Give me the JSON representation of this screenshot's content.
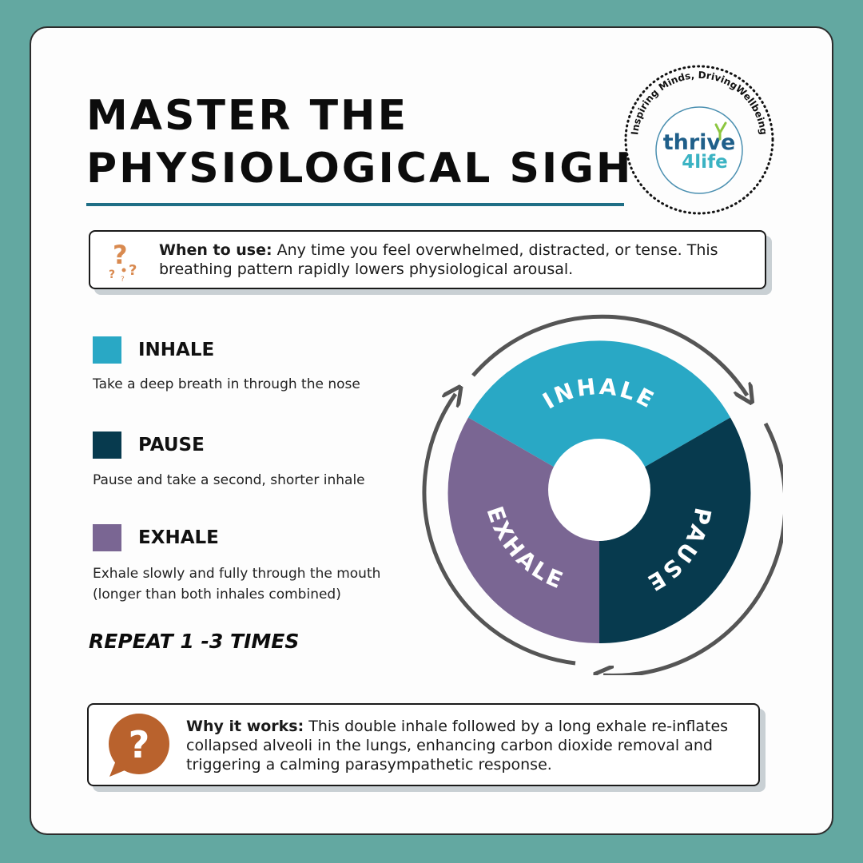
{
  "title": {
    "line1": "MASTER THE",
    "line2": "PHYSIOLOGICAL SIGH"
  },
  "logo": {
    "tagline": "Inspiring Minds, DrivingWellbeing",
    "brand_word": "thrive",
    "brand_num": "4life"
  },
  "when_to_use": {
    "label": "When to use:",
    "text": " Any time you feel overwhelmed, distracted, or tense. This breathing pattern rapidly lowers physiological arousal."
  },
  "steps": [
    {
      "label": "INHALE",
      "description": "Take a deep breath in through the nose",
      "color": "#29a8c5"
    },
    {
      "label": "PAUSE",
      "description": "Pause and take a second, shorter inhale",
      "color": "#073a4e"
    },
    {
      "label": "EXHALE",
      "description": "Exhale slowly and fully through the mouth (longer than both inhales combined)",
      "color": "#7a6693"
    }
  ],
  "repeat": "REPEAT 1 -3 TIMES",
  "cycle": {
    "inhale": "INHALE",
    "pause": "PAUSE",
    "exhale": "EXHALE"
  },
  "why_it_works": {
    "label": "Why it works:",
    "text": " This double inhale followed by a long exhale re-inflates collapsed alveoli in the lungs, enhancing carbon dioxide removal and triggering a calming parasympathetic response."
  },
  "colors": {
    "background": "#63a8a1",
    "accent_rule": "#1f6f86",
    "icon_orange": "#b9622d"
  }
}
